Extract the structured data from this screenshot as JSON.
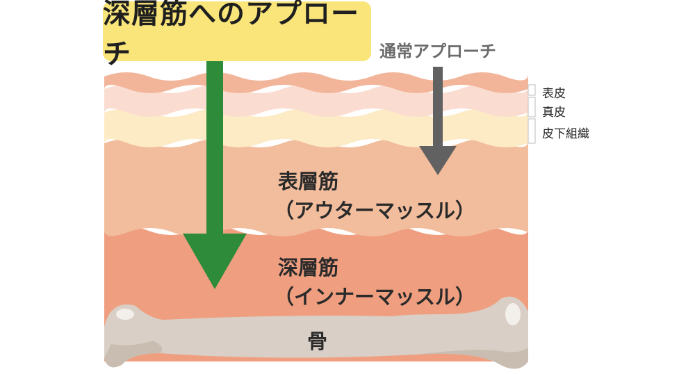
{
  "title": "深層筋へのアプローチ",
  "normal_approach": "通常アプローチ",
  "layers": {
    "epidermis": "表皮",
    "dermis": "真皮",
    "subcutaneous": "皮下組織"
  },
  "outer_muscle": {
    "name": "表層筋",
    "sub": "（アウターマッスル）"
  },
  "inner_muscle": {
    "name": "深層筋",
    "sub": "（インナーマッスル）"
  },
  "bone": "骨",
  "colors": {
    "title_bg": "#f9e57a",
    "deep_arrow": "#2e8b3a",
    "normal_arrow": "#616161",
    "epidermis": "#f2b59a",
    "dermis": "#fbdcd0",
    "subcutaneous": "#fdebc6",
    "outer_muscle": "#f2bd9c",
    "inner_muscle": "#ef9f80",
    "bone": "#d9cfc6"
  }
}
